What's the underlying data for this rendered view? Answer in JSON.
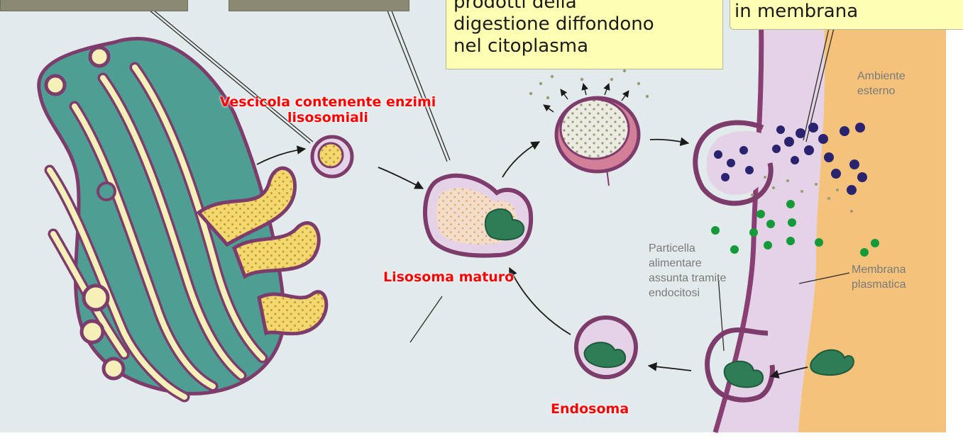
{
  "callouts": {
    "digestion": "prodotti della\ndigestione diffondono\nnel citoplasma",
    "membrane": "in membrana"
  },
  "labels": {
    "vesicle": "Vescicola contenente enzimi\nlisosomiali",
    "mature_lysosome": "Lisosoma maturo",
    "endosome": "Endosoma",
    "external_env": "Ambiente\nesterno",
    "food_particle": "Particella\nalimentare\nassunta tramite\nendocitosi",
    "plasma_membrane": "Membrana\nplasmatica"
  },
  "colors": {
    "background": "#e3eaec",
    "golgi": "#4f9e94",
    "membrane_outline": "#8a3f74",
    "lumen": "#f4f0b8",
    "vesicle_content": "#f2d566",
    "external": "#f4c27a",
    "membrane_band": "#e4d3e6",
    "green_dots": "#159a3a",
    "label_red": "#ff0000",
    "callout_bg": "#ffffb4"
  }
}
